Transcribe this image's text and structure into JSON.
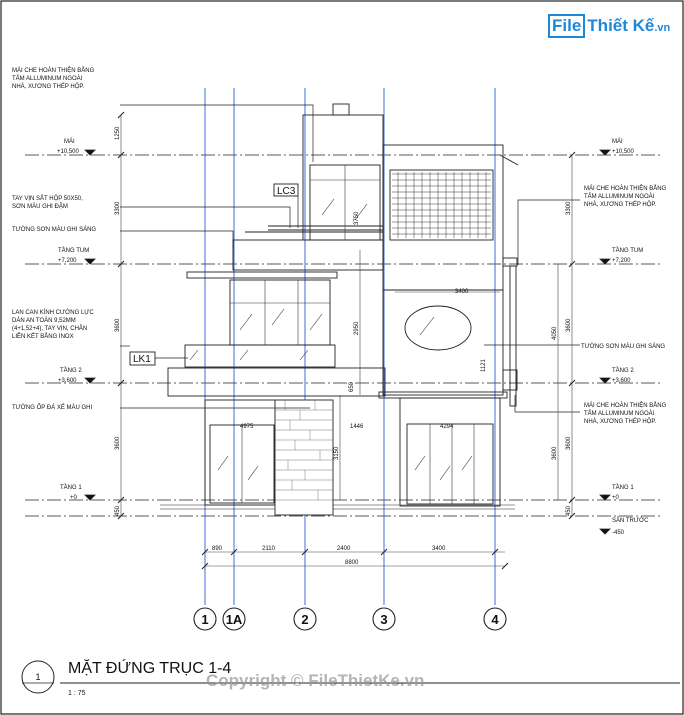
{
  "logo": {
    "brand_box": "File",
    "brand_rest": "Thiết Kế",
    "brand_suffix": ".vn"
  },
  "levels": [
    {
      "name": "MÁI",
      "value": "+10,500"
    },
    {
      "name": "TẦNG TUM",
      "value": "+7,200"
    },
    {
      "name": "TẦNG 2",
      "value": "+3,600"
    },
    {
      "name": "TẦNG 1",
      "value": "+0"
    },
    {
      "name": "SÂN TRƯỚC",
      "value": "-450"
    }
  ],
  "notes_left": {
    "roof_cover": [
      "MÁI CHE  HOÀN THIỆN BẰNG",
      "TẤM ALLUMINUM NGOÀI",
      "NHÀ, XƯƠNG THÉP HỘP."
    ],
    "handrail": [
      "TAY VỊN SẮT HỘP 50X50,",
      "SƠN MÀU GHI ĐẬM"
    ],
    "wall_paint": "TƯỜNG SƠN MÀU GHI SÁNG",
    "glass_rail": [
      "LAN CAN KÍNH CƯỜNG LỰC",
      "DÁN AN TOÀN 9,52MM",
      "(4+1,52+4), TAY VỊN, CHÂN",
      "LIÊN KẾT BẰNG INOX"
    ],
    "stone": "TƯỜNG ỐP ĐÁ XẺ MÀU GHI"
  },
  "notes_right": {
    "roof_cover_top": [
      "MÁI CHE  HOÀN THIỆN BẰNG",
      "TẤM ALLUMINUM NGOÀI",
      "NHÀ, XƯƠNG THÉP HỘP."
    ],
    "wall_paint": "TƯỜNG SƠN MÀU GHI SÁNG",
    "roof_cover_low": [
      "MÁI CHE  HOÀN THIỆN BẰNG",
      "TẤM ALLUMINUM NGOÀI",
      "NHÀ, XƯƠNG THÉP HỘP."
    ]
  },
  "tags": {
    "lc3": "LC3",
    "lk1": "LK1"
  },
  "dims_left": [
    "1250",
    "3300",
    "3600",
    "3600",
    "450"
  ],
  "dims_right": [
    "3300",
    "3600",
    "3600",
    "450"
  ],
  "dims_right_inner": [
    "4050",
    "3600"
  ],
  "dims_inner": [
    "3750",
    "2950",
    "650",
    "3150",
    "1121",
    "3400",
    "4975",
    "1446",
    "4294"
  ],
  "dims_bottom": [
    "890",
    "2110",
    "2400",
    "3400"
  ],
  "dim_total": "8800",
  "grids": [
    "1",
    "1A",
    "2",
    "3",
    "4"
  ],
  "title": {
    "number": "1",
    "text": "MẶT ĐỨNG TRỤC 1-4",
    "scale": "1 : 75"
  },
  "watermark": "Copyright © FileThietKe.vn"
}
